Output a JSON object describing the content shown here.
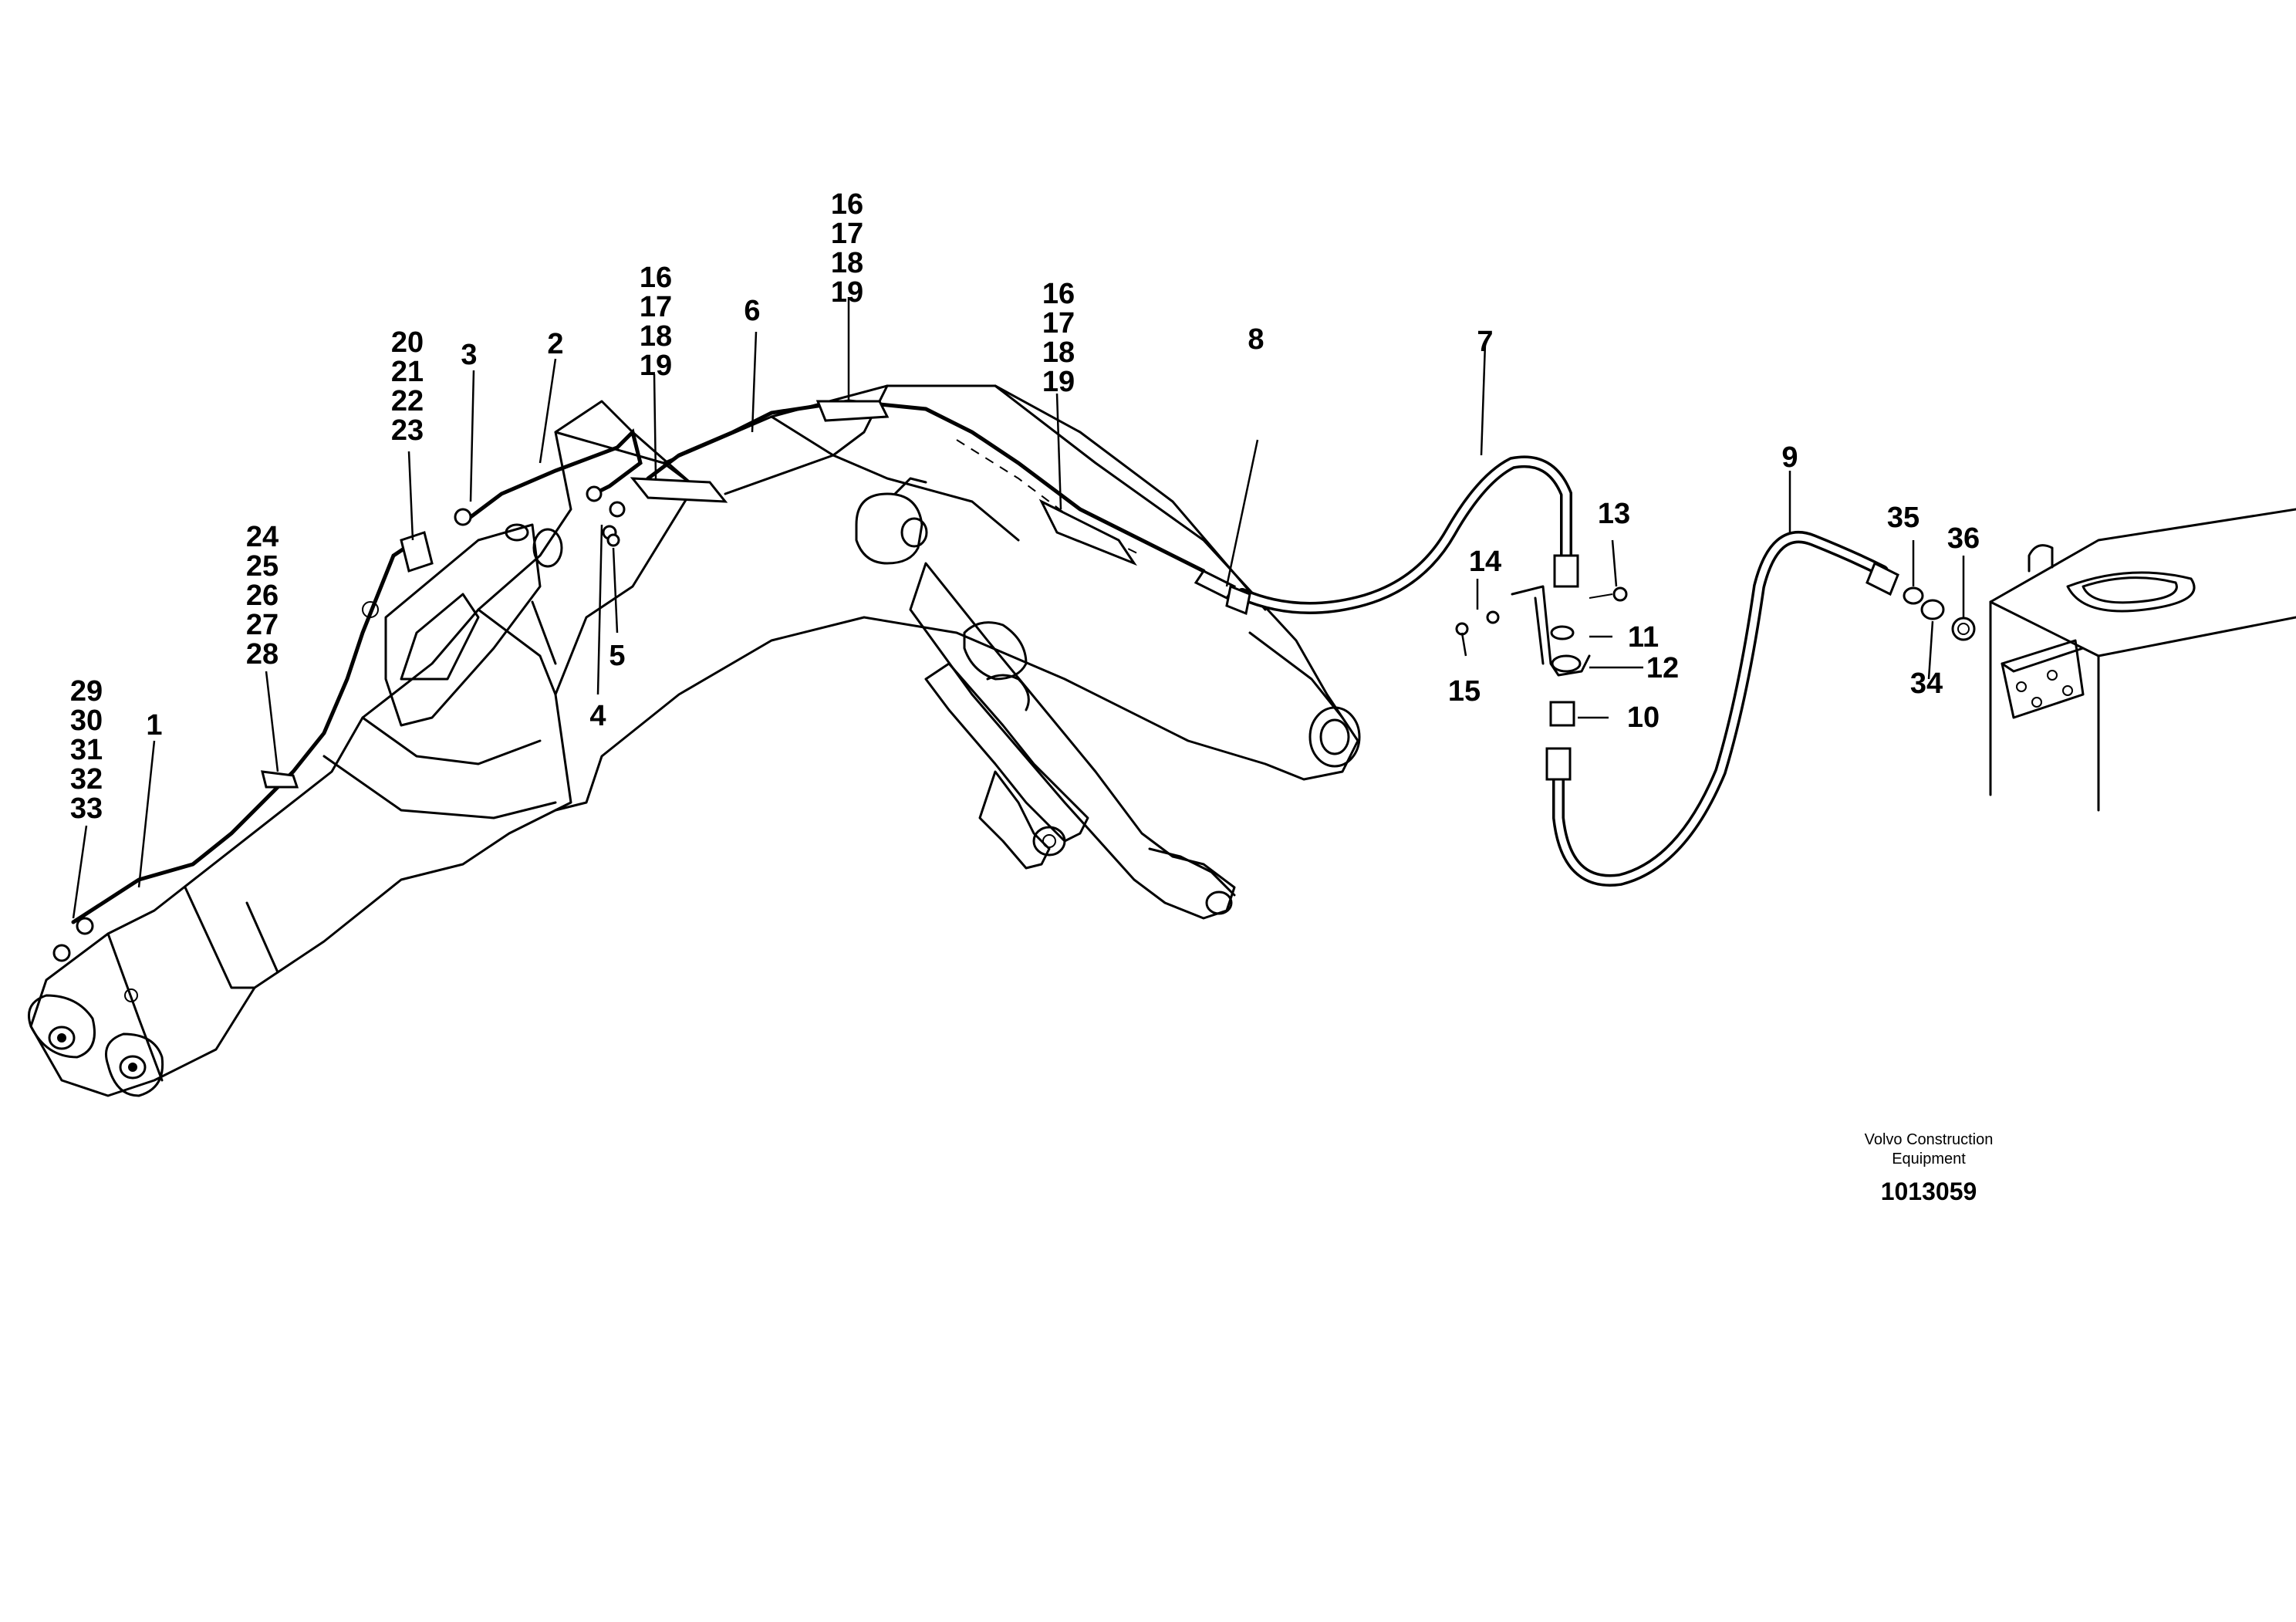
{
  "callouts": {
    "c1": "1",
    "c2": "2",
    "c3": "3",
    "c4": "4",
    "c5": "5",
    "c6": "6",
    "c7": "7",
    "c8": "8",
    "c9": "9",
    "c10": "10",
    "c11": "11",
    "c12": "12",
    "c13": "13",
    "c14": "14",
    "c15": "15",
    "c34": "34",
    "c35": "35",
    "c36": "36",
    "stack_16_19": [
      "16",
      "17",
      "18",
      "19"
    ],
    "stack_20_23": [
      "20",
      "21",
      "22",
      "23"
    ],
    "stack_24_28": [
      "24",
      "25",
      "26",
      "27",
      "28"
    ],
    "stack_29_33": [
      "29",
      "30",
      "31",
      "32",
      "33"
    ]
  },
  "footer": {
    "line1": "Volvo Construction",
    "line2": "Equipment",
    "drawing_number": "1013059"
  }
}
